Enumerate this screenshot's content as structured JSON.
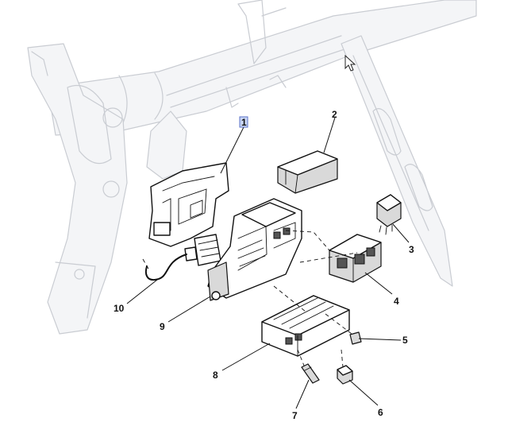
{
  "diagram": {
    "callouts": [
      {
        "id": "c1",
        "label": "1",
        "highlighted": true
      },
      {
        "id": "c2",
        "label": "2"
      },
      {
        "id": "c3",
        "label": "3"
      },
      {
        "id": "c4",
        "label": "4"
      },
      {
        "id": "c5",
        "label": "5"
      },
      {
        "id": "c6",
        "label": "6"
      },
      {
        "id": "c7",
        "label": "7"
      },
      {
        "id": "c8",
        "label": "8"
      },
      {
        "id": "c9",
        "label": "9"
      },
      {
        "id": "c10",
        "label": "10"
      }
    ],
    "colors": {
      "ghost_line": "#c9ccd2",
      "part_line": "#111111",
      "highlight": "#c9d6f5"
    },
    "icons": [
      "mouse-pointer-icon"
    ]
  }
}
